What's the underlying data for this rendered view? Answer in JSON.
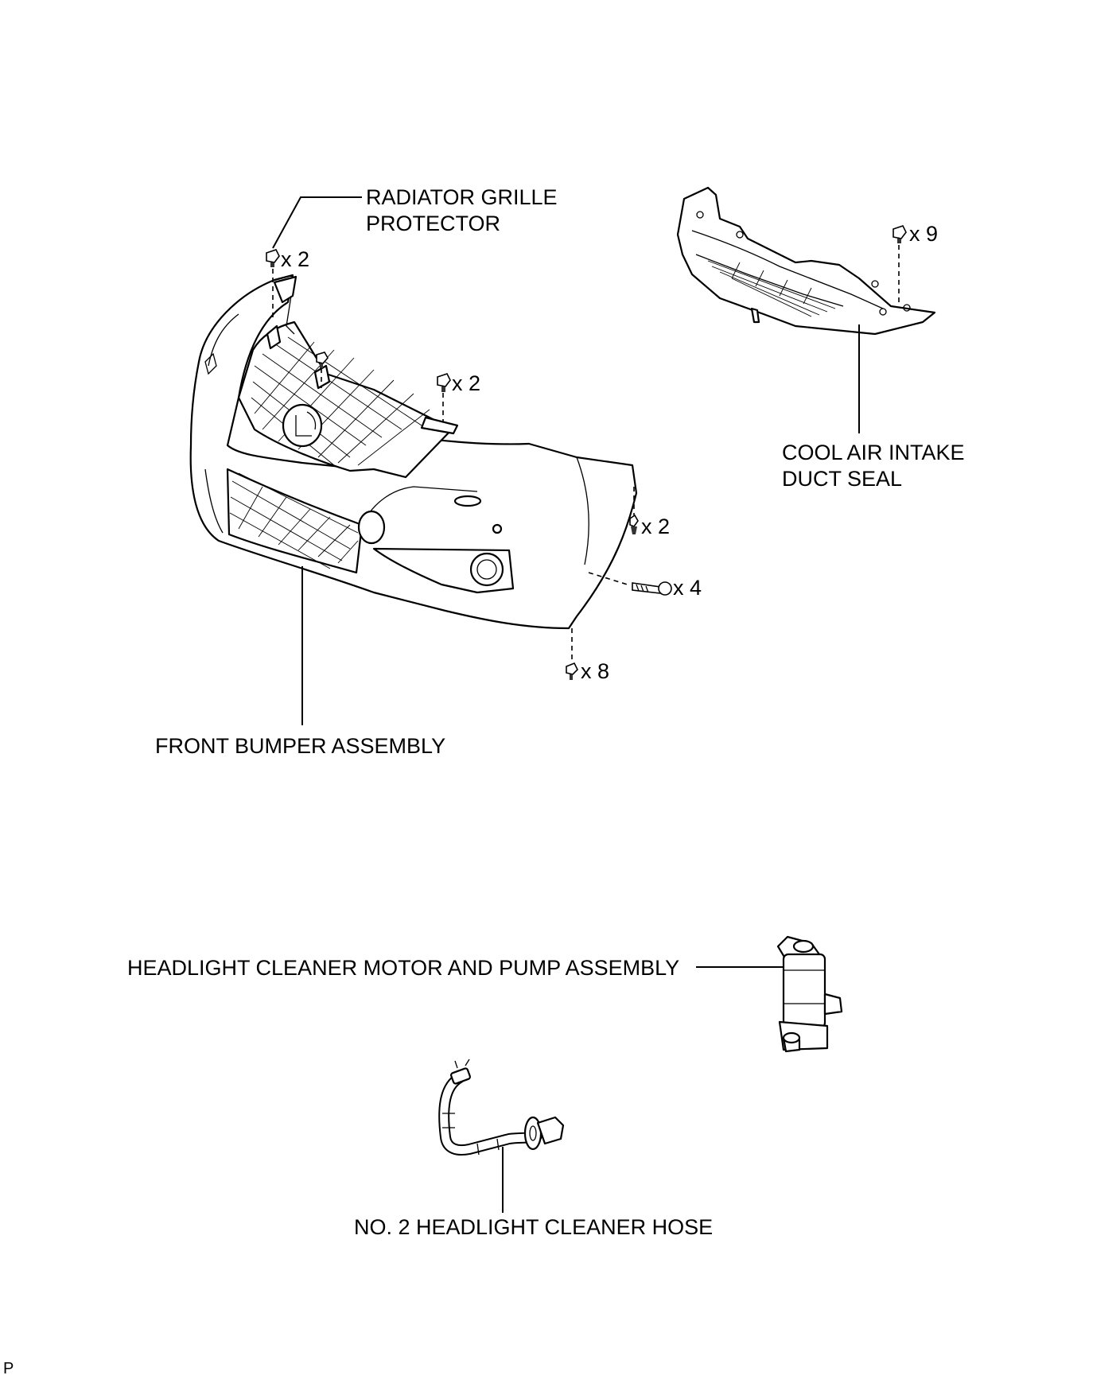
{
  "labels": {
    "radiator_grille_protector_line1": "RADIATOR GRILLE",
    "radiator_grille_protector_line2": "PROTECTOR",
    "cool_air_intake_duct_seal_line1": "COOL AIR INTAKE",
    "cool_air_intake_duct_seal_line2": "DUCT SEAL",
    "front_bumper_assembly": "FRONT BUMPER ASSEMBLY",
    "headlight_cleaner_motor_pump": "HEADLIGHT CLEANER MOTOR AND PUMP ASSEMBLY",
    "no2_headlight_cleaner_hose": "NO. 2 HEADLIGHT CLEANER HOSE"
  },
  "quantities": {
    "grille_top_clips": "x 2",
    "bumper_upper_clips": "x 2",
    "bumper_side_screws": "x 2",
    "bumper_side_bolts": "x 4",
    "bumper_lower_clips": "x 8",
    "duct_seal_clips": "x 9"
  },
  "footer": {
    "corner_mark": "P"
  }
}
